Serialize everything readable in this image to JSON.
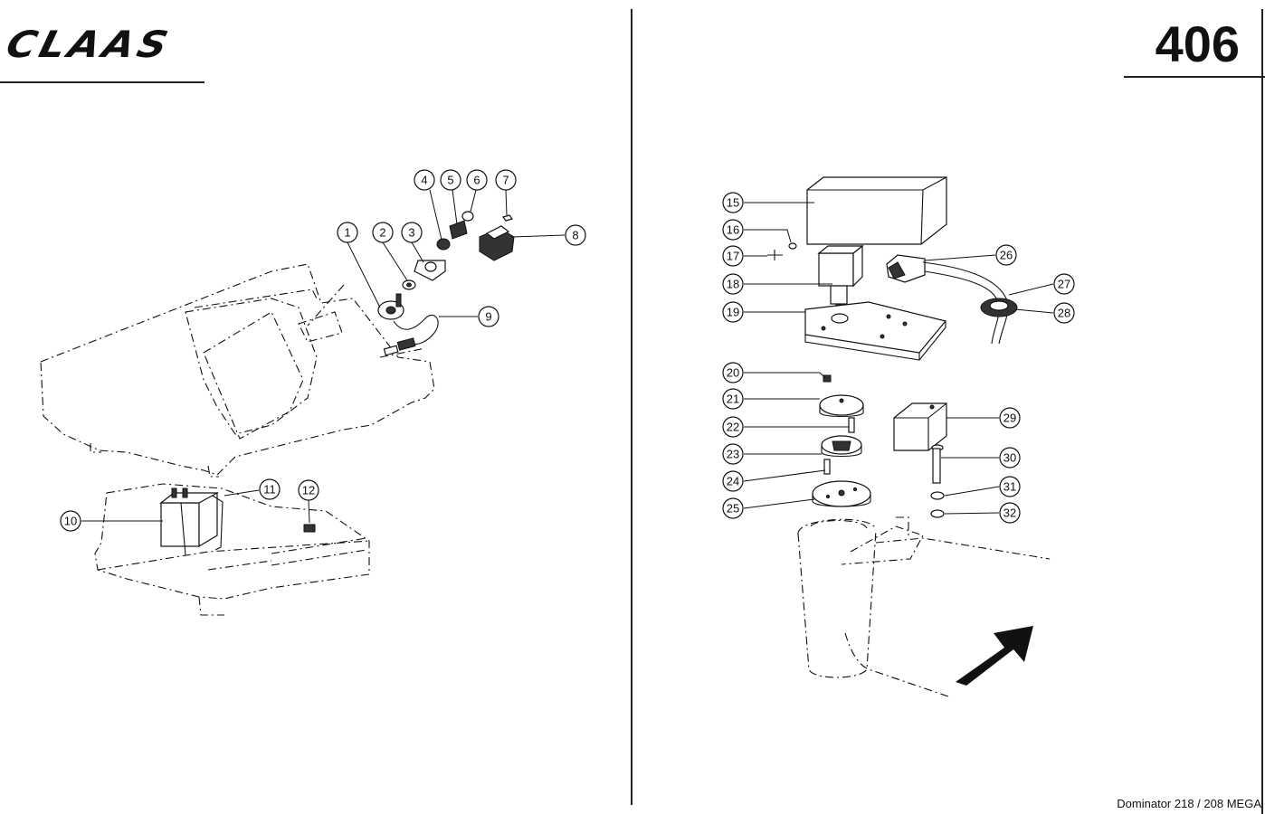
{
  "header": {
    "brand": "CLAAS",
    "page_number": "406"
  },
  "footer": {
    "model": "Dominator 218 / 208 MEGA"
  },
  "callouts": {
    "c1": "1",
    "c2": "2",
    "c3": "3",
    "c4": "4",
    "c5": "5",
    "c6": "6",
    "c7": "7",
    "c8": "8",
    "c9": "9",
    "c10": "10",
    "c11": "11",
    "c12": "12",
    "c15": "15",
    "c16": "16",
    "c17": "17",
    "c18": "18",
    "c19": "19",
    "c20": "20",
    "c21": "21",
    "c22": "22",
    "c23": "23",
    "c24": "24",
    "c25": "25",
    "c26": "26",
    "c27": "27",
    "c28": "28",
    "c29": "29",
    "c30": "30",
    "c31": "31",
    "c32": "32"
  }
}
